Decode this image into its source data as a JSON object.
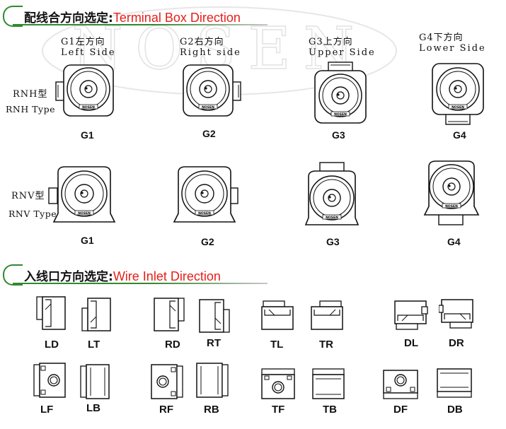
{
  "sections": {
    "terminal": {
      "title_cn": "配线合方向选定",
      "colon": ":",
      "title_en": "Terminal Box Direction"
    },
    "wire": {
      "title_cn": "入线口方向选定",
      "colon": ":",
      "title_en": "Wire Inlet Direction"
    }
  },
  "columns": [
    {
      "cn": "G1左方向",
      "en": "Left Side"
    },
    {
      "cn": "G2右方向",
      "en": "Right side"
    },
    {
      "cn": "G3上方向",
      "en": "Upper Side"
    },
    {
      "cn": "G4下方向",
      "en": "Lower Side"
    }
  ],
  "rows": [
    {
      "cn": "RNH型",
      "en": "RNH Type"
    },
    {
      "cn": "RNV型",
      "en": "RNV Type"
    }
  ],
  "gcodes": [
    "G1",
    "G2",
    "G3",
    "G4"
  ],
  "brand_plate": "NOSEN",
  "watermark_text": "NOSEN",
  "wire_codes_top": [
    "LD",
    "LT",
    "RD",
    "RT",
    "TL",
    "TR",
    "DL",
    "DR"
  ],
  "wire_codes_bottom": [
    "LF",
    "LB",
    "RF",
    "RB",
    "TF",
    "TB",
    "DF",
    "DB"
  ],
  "colors": {
    "accent_green": "#2f8a2f",
    "accent_red": "#e3201b",
    "line": "#111111"
  }
}
